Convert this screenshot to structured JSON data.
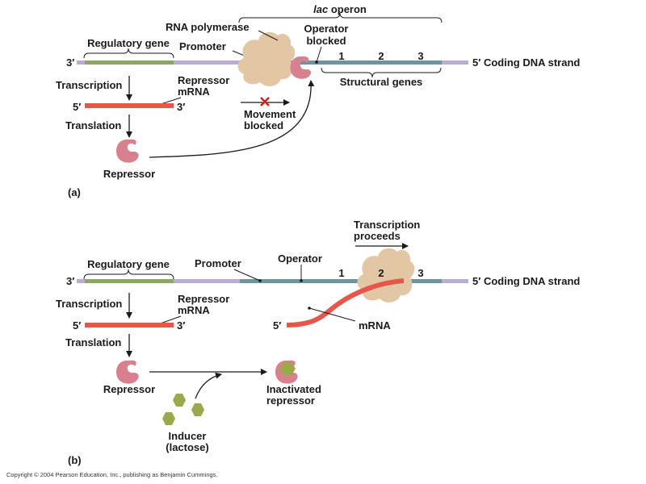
{
  "colors": {
    "strand_lavender": "#b9add6",
    "regulatory_green": "#8aa764",
    "operon_teal": "#6b96a0",
    "mrna_red": "#e6574a",
    "protein_pink": "#d9808f",
    "polymerase_tan": "#e3c7a5",
    "inducer_olive": "#9ca94b"
  },
  "panel_a": {
    "label": "(a)",
    "lac_operon_italic": "lac",
    "lac_operon_rest": " operon",
    "rna_polymerase": "RNA polymerase",
    "operator_line1": "Operator",
    "operator_line2": "blocked",
    "regulatory_gene": "Regulatory gene",
    "promoter": "Promoter",
    "end_left": "3′",
    "end_right": "5′ Coding DNA strand",
    "gene_numbers": [
      "1",
      "2",
      "3"
    ],
    "structural_genes": "Structural genes",
    "transcription": "Transcription",
    "repressor_mrna_line1": "Repressor",
    "repressor_mrna_line2": "mRNA",
    "mrna_5": "5′",
    "mrna_3": "3′",
    "translation": "Translation",
    "movement_line1": "Movement",
    "movement_line2": "blocked",
    "repressor": "Repressor"
  },
  "panel_b": {
    "label": "(b)",
    "transcription_proceeds_line1": "Transcription",
    "transcription_proceeds_line2": "proceeds",
    "regulatory_gene": "Regulatory gene",
    "promoter": "Promoter",
    "operator": "Operator",
    "end_left": "3′",
    "end_right": "5′ Coding DNA strand",
    "gene_numbers": [
      "1",
      "2",
      "3"
    ],
    "transcription": "Transcription",
    "repressor_mrna_line1": "Repressor",
    "repressor_mrna_line2": "mRNA",
    "mrna_5": "5′",
    "mrna_3": "3′",
    "new_mrna_5": "5′",
    "mrna": "mRNA",
    "translation": "Translation",
    "repressor": "Repressor",
    "inactivated_line1": "Inactivated",
    "inactivated_line2": "repressor",
    "inducer_line1": "Inducer",
    "inducer_line2": "(lactose)"
  },
  "copyright": "Copyright © 2004 Pearson Education, Inc., publishing as Benjamin Cummings."
}
